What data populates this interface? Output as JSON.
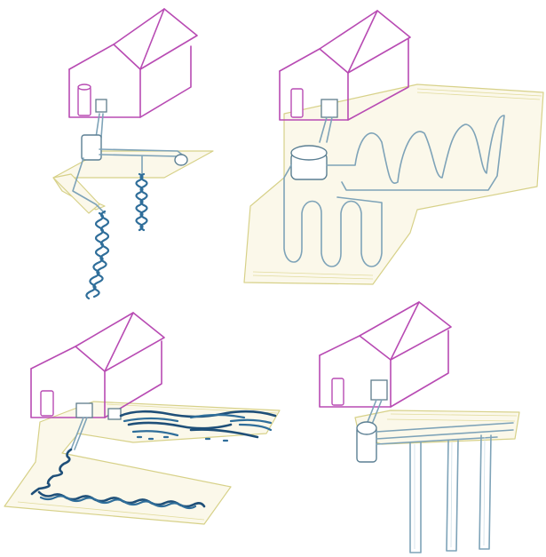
{
  "panels": [
    {
      "variant": "vertical-boreholes-spiral"
    },
    {
      "variant": "horizontal-serpentine-loop"
    },
    {
      "variant": "horizontal-slinky-coil"
    },
    {
      "variant": "vertical-u-tube-wells"
    }
  ],
  "colors": {
    "house_outline": "#b84bb3",
    "ground_plane": "#d7d189",
    "pipe": "#7ea3b8",
    "slinky_coil": "#2f6e9a"
  }
}
